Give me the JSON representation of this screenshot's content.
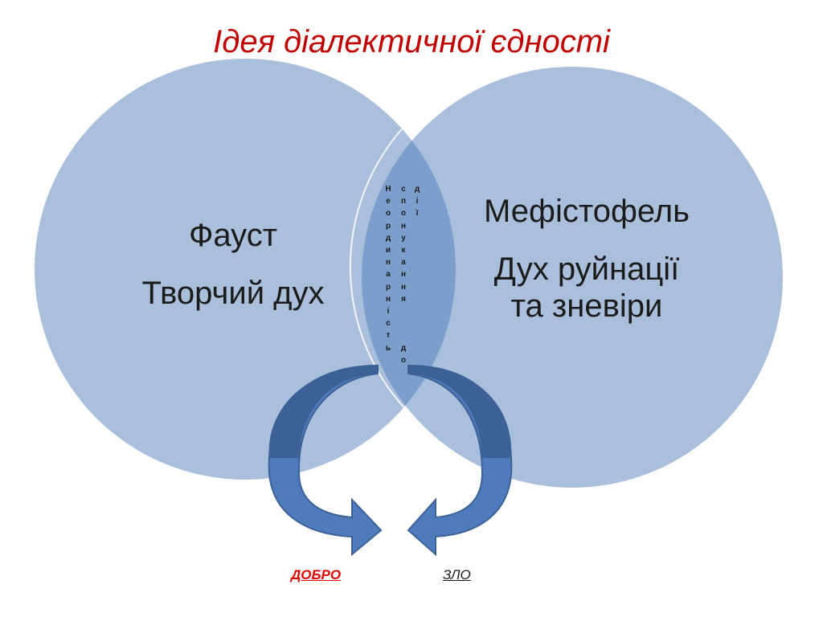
{
  "slide": {
    "title": "Ідея діалектичної єдності"
  },
  "left_circle": {
    "name": "Фауст",
    "description": "Творчий дух"
  },
  "right_circle": {
    "name": "Мефістофель",
    "description_line1": "Дух руйнації",
    "description_line2": "та зневіри"
  },
  "intersection": {
    "col1": "Неординарність",
    "col2": "спонукання",
    "col2b": "до",
    "col3": "дії"
  },
  "bottom": {
    "good": "ДОБРО",
    "evil": "ЗЛО"
  },
  "colors": {
    "circle_fill": "#a9bfdb",
    "intersection_fill": "#7c9ecb",
    "arrow_fill": "#4f7bbd",
    "arrow_dark": "#3c6196",
    "title": "#c00000",
    "good": "#e00000"
  }
}
